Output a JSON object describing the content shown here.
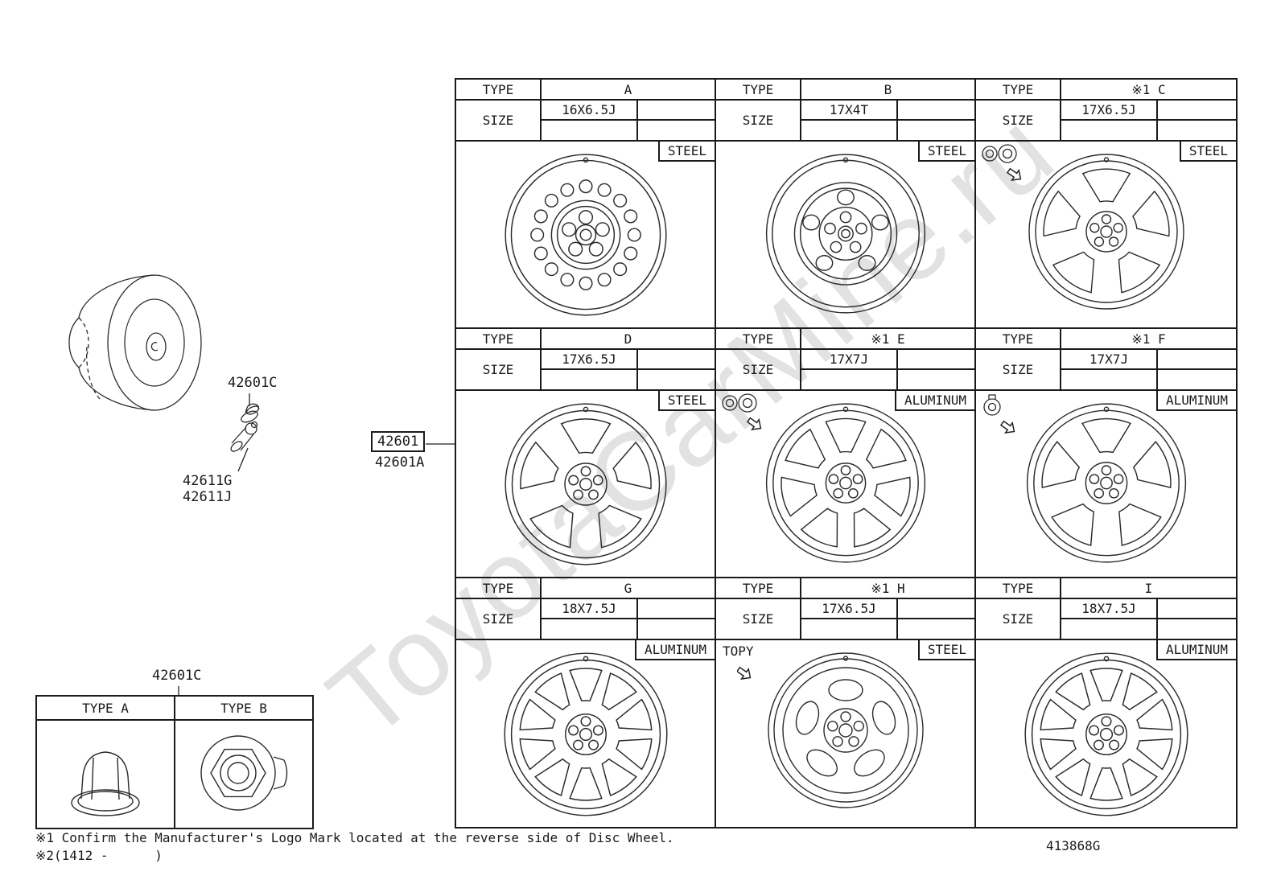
{
  "watermark": "ToyotaCarMine.ru",
  "page": {
    "doc_code": "413868G",
    "footnote1": "※1 Confirm the Manufacturer's Logo Mark located at the reverse side of Disc Wheel.",
    "footnote2": "※2(1412 -      )"
  },
  "labels": {
    "type": "TYPE",
    "size": "SIZE"
  },
  "left_panel": {
    "nut_part": "42601C",
    "valve_part_top": "42611G",
    "valve_part_bottom": "42611J",
    "wheel_part_main": "42601",
    "wheel_part_alt": "42601A",
    "nut_table": {
      "title": "42601C",
      "col_a": "TYPE A",
      "col_b": "TYPE B"
    }
  },
  "cells": [
    {
      "id": "a",
      "type": "A",
      "size": "16X6.5J",
      "material": "STEEL",
      "wheel_style": "steel-16-hole"
    },
    {
      "id": "b",
      "type": "B",
      "size": "17X4T",
      "material": "STEEL",
      "wheel_style": "steel-spare"
    },
    {
      "id": "c",
      "type": "※1 C",
      "size": "17X6.5J",
      "material": "STEEL",
      "wheel_style": "alloy-5-spoke",
      "indicator_icon": "lug-nut-icon"
    },
    {
      "id": "d",
      "type": "D",
      "size": "17X6.5J",
      "material": "STEEL",
      "wheel_style": "alloy-5-spoke"
    },
    {
      "id": "e",
      "type": "※1 E",
      "size": "17X7J",
      "material": "ALUMINUM",
      "wheel_style": "alloy-7-spoke",
      "indicator_icon": "lug-nut-icon"
    },
    {
      "id": "f",
      "type": "※1 F",
      "size": "17X7J",
      "material": "ALUMINUM",
      "wheel_style": "alloy-5-spoke",
      "indicator_icon": "capped-nut-icon"
    },
    {
      "id": "g",
      "type": "G",
      "size": "18X7.5J",
      "material": "ALUMINUM",
      "wheel_style": "alloy-10-spoke"
    },
    {
      "id": "h",
      "type": "※1 H",
      "size": "17X6.5J",
      "material": "STEEL",
      "wheel_style": "steel-5-hole",
      "indicator_text": "TOPY"
    },
    {
      "id": "i",
      "type": "I",
      "size": "18X7.5J",
      "material": "ALUMINUM",
      "wheel_style": "alloy-10-spoke"
    }
  ]
}
